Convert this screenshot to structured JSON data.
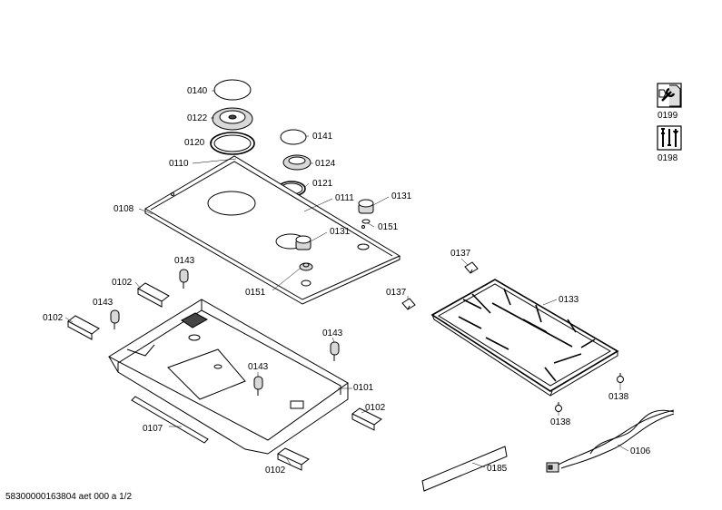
{
  "labels": {
    "l0140": "0140",
    "l0122": "0122",
    "l0120": "0120",
    "l0110": "0110",
    "l0108": "0108",
    "l0141": "0141",
    "l0124": "0124",
    "l0121": "0121",
    "l0111": "0111",
    "l0131a": "0131",
    "l0151a": "0151",
    "l0131b": "0131",
    "l0151b": "0151",
    "l0143a": "0143",
    "l0102a": "0102",
    "l0143b": "0143",
    "l0102b": "0102",
    "l0143c": "0143",
    "l0143d": "0143",
    "l0101": "0101",
    "l0102c": "0102",
    "l0107": "0107",
    "l0102d": "0102",
    "l0137a": "0137",
    "l0137b": "0137",
    "l0133": "0133",
    "l0138a": "0138",
    "l0138b": "0138",
    "l0106": "0106",
    "l0185": "0185",
    "l0199": "0199",
    "l0198": "0198"
  },
  "footer": "58300000163804 aet 000 a 1/2",
  "icons": {
    "doc_0199": "wrench-document-icon",
    "doc_0198": "tools-document-icon"
  }
}
